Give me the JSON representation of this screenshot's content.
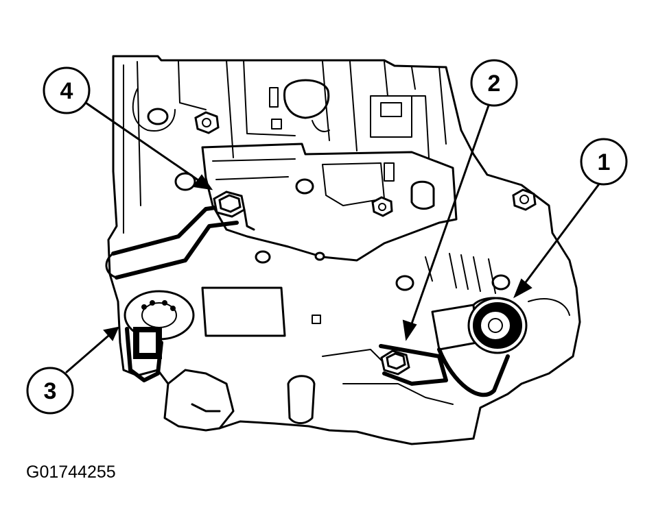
{
  "callouts": [
    {
      "id": "callout-1",
      "label": "1"
    },
    {
      "id": "callout-2",
      "label": "2"
    },
    {
      "id": "callout-3",
      "label": "3"
    },
    {
      "id": "callout-4",
      "label": "4"
    }
  ],
  "figure_id": "G01744255",
  "colors": {
    "ink": "#000000",
    "background": "#ffffff"
  }
}
